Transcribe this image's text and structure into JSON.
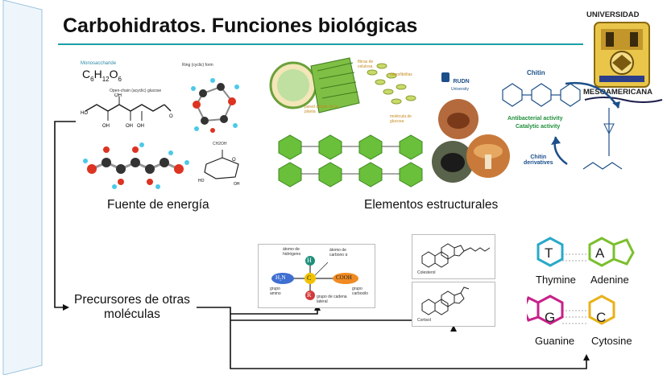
{
  "slide": {
    "title": "Carbohidratos. Funciones biológicas"
  },
  "university": {
    "line1": "UNIVERSIDAD",
    "line2": "MESOAMERICANA"
  },
  "functions": {
    "energy": "Fuente de energía",
    "structural": "Elementos estructurales",
    "precursors_line1": "Precursores de otras",
    "precursors_line2": "moléculas"
  },
  "glucose": {
    "type_label": "Monosaccharide",
    "formula_c": "C",
    "formula_c_sub": "6",
    "formula_h": "H",
    "formula_h_sub": "12",
    "formula_o": "O",
    "formula_o_sub": "6",
    "ring_label": "Ring (cyclic) form",
    "open_label": "Open-chain (acyclic) glucose",
    "ch2oh": "CH2OH"
  },
  "cellulose": {
    "fibers": "fibras de celulosa",
    "microfibrils": "microfibrillas",
    "cell_wall": "pared celular de la planta",
    "molecule": "molécula de glucosa"
  },
  "chitin": {
    "rudn_line1": "RUDN",
    "rudn_line2": "University",
    "title": "Chitin",
    "activity1": "Antibacterial activity",
    "activity2": "Catalytic activity",
    "derivatives_line1": "Chitin",
    "derivatives_line2": "derivatives"
  },
  "amino_acid": {
    "h_atom_label": "átomo de hidrógeno",
    "h": "H",
    "c_alpha_label": "átomo de carbono α",
    "amino_group": "H₂N",
    "amino_label": "grupo amino",
    "c": "C",
    "carboxyl_group": "COOH",
    "carboxyl_label": "grupo carboxilo",
    "r": "R",
    "side_chain_label": "grupo de cadena lateral"
  },
  "steroids": {
    "top_label": "Colesterol",
    "bottom_label": "Cortisol"
  },
  "bases": {
    "thymine_letter": "T",
    "thymine": "Thymine",
    "adenine_letter": "A",
    "adenine": "Adenine",
    "guanine_letter": "G",
    "guanine": "Guanine",
    "cytosine_letter": "C",
    "cytosine": "Cytosine"
  },
  "colors": {
    "accent": "#1e9fa6",
    "thymine": "#2aa9c9",
    "adenine": "#7cbf2f",
    "guanine": "#c8218a",
    "cytosine": "#e8b21c",
    "glucose_green": "#6abf3b",
    "chitin_blue": "#1c4f8a",
    "chitin_green": "#1f8f3a"
  }
}
